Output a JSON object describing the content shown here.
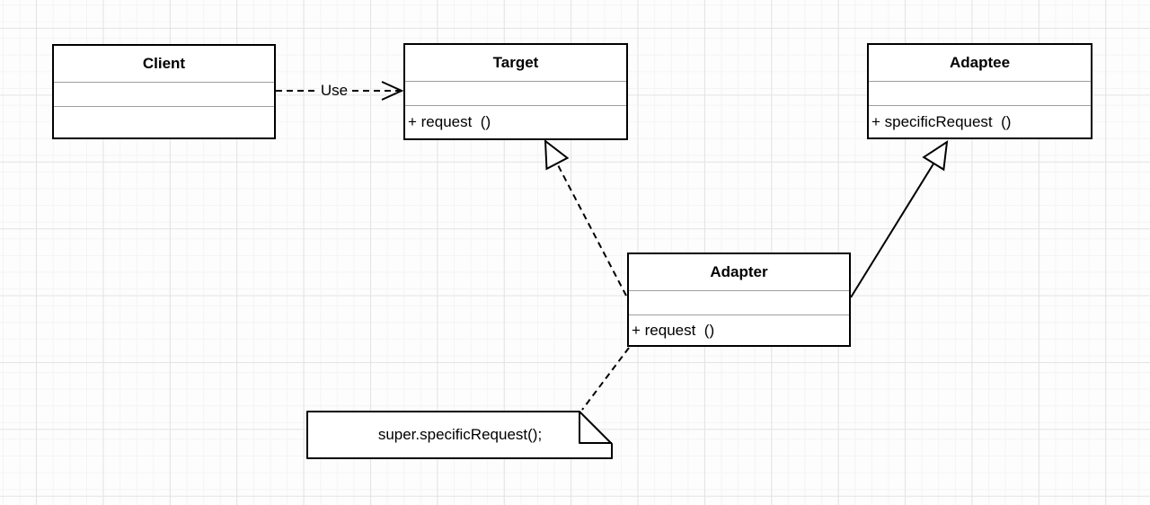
{
  "canvas": {
    "background": "#fdfdfd",
    "grid_minor_color": "#f4f4f4",
    "grid_major_color": "#e3e3e3"
  },
  "colors": {
    "shape_border": "#000000",
    "shape_fill": "#ffffff",
    "compartment_divider": "#9e9e9e",
    "text": "#000000"
  },
  "classes": [
    {
      "name": "Client",
      "attributes": "",
      "methods": ""
    },
    {
      "name": "Target",
      "attributes": "",
      "methods": "+ request  ()"
    },
    {
      "name": "Adaptee",
      "attributes": "",
      "methods": "+ specificRequest  ()"
    },
    {
      "name": "Adapter",
      "attributes": "",
      "methods": "+ request  ()"
    }
  ],
  "connectors": [
    {
      "from": "Client",
      "to": "Target",
      "type": "dashed-open-arrow",
      "label": "Use"
    },
    {
      "from": "Adapter",
      "to": "Target",
      "type": "dashed-hollow-triangle",
      "label": ""
    },
    {
      "from": "Adapter",
      "to": "Adaptee",
      "type": "solid-hollow-triangle",
      "label": ""
    },
    {
      "from": "Adapter",
      "to": "note",
      "type": "dashed",
      "label": ""
    }
  ],
  "note": {
    "text": "super.specificRequest();"
  }
}
